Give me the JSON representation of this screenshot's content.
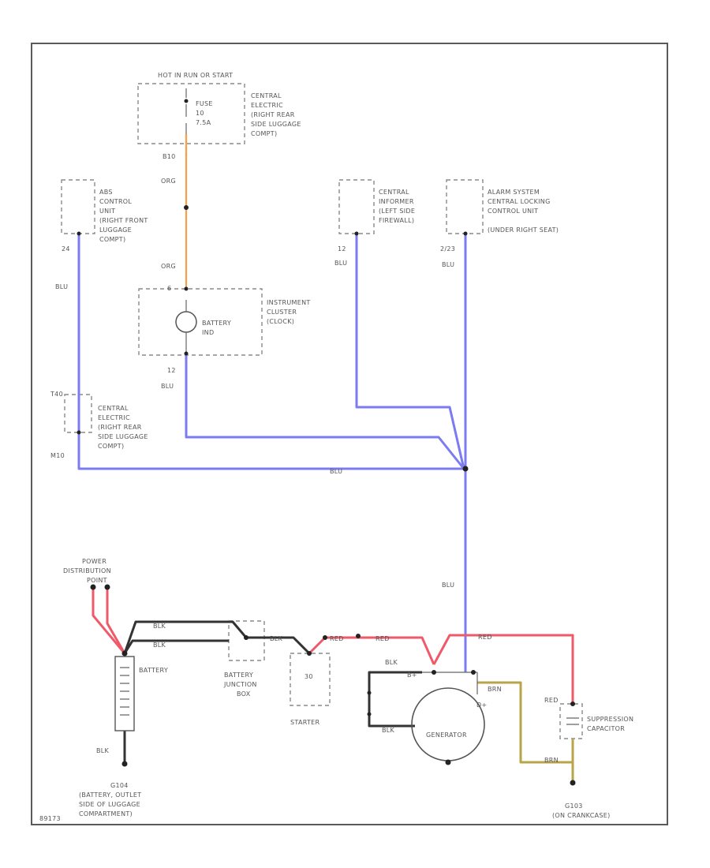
{
  "labels": {
    "hot_run_start": "HOT IN RUN OR START",
    "fuse_line1": "FUSE",
    "fuse_line2": "10",
    "fuse_line3": "7.5A",
    "central_electric_top": [
      "CENTRAL",
      "ELECTRIC",
      "(RIGHT REAR",
      "SIDE LUGGAGE",
      "COMPT)"
    ],
    "conn_b10": "B10",
    "wire_org_1": "ORG",
    "wire_org_2": "ORG",
    "abs_unit": [
      "ABS",
      "CONTROL",
      "UNIT",
      "(RIGHT FRONT",
      "LUGGAGE",
      "COMPT)"
    ],
    "abs_pin": "24",
    "wire_blu_abs": "BLU",
    "central_informer": [
      "CENTRAL",
      "INFORMER",
      "(LEFT SIDE",
      "FIREWALL)"
    ],
    "informer_pin": "12",
    "informer_wire": "BLU",
    "alarm_unit": [
      "ALARM SYSTEM",
      "CENTRAL LOCKING",
      "CONTROL UNIT",
      "(UNDER RIGHT SEAT)"
    ],
    "alarm_pin": "2/23",
    "alarm_wire": "BLU",
    "cluster_pin_top": "6",
    "battery_ind": [
      "BATTERY",
      "IND"
    ],
    "instrument_cluster": [
      "INSTRUMENT",
      "CLUSTER",
      "(CLOCK)"
    ],
    "cluster_pin_bottom": "12",
    "cluster_wire": "BLU",
    "central_electric_left_pin": "T40",
    "central_electric_left": [
      "CENTRAL",
      "ELECTRIC",
      "(RIGHT REAR",
      "SIDE LUGGAGE",
      "COMPT)"
    ],
    "conn_m10": "M10",
    "splice_wire": "BLU",
    "gen_wire": "BLU",
    "power_distribution": [
      "POWER",
      "DISTRIBUTION",
      "POINT"
    ],
    "battery": "BATTERY",
    "battery_gnd_wire": "BLK",
    "wire_blk_1": "BLK",
    "wire_blk_2": "BLK",
    "battery_junction": [
      "BATTERY",
      "JUNCTION",
      "BOX"
    ],
    "wire_blk_3": "BLK",
    "wire_red_1": "RED",
    "wire_red_2": "RED",
    "wire_red_3": "RED",
    "starter_pin": "30",
    "starter": "STARTER",
    "gen_blk_top": "BLK",
    "gen_blk_bot": "BLK",
    "gen_pin_bplus": "B+",
    "gen_pin_dplus": "D+",
    "generator": "GENERATOR",
    "wire_brn_1": "BRN",
    "wire_brn_2": "BRN",
    "cap_red": "RED",
    "suppression_capacitor": [
      "SUPPRESSION",
      "CAPACITOR"
    ],
    "ground_g104": [
      "G104",
      "(BATTERY, OUTLET",
      "SIDE OF LUGGAGE",
      "COMPARTMENT)"
    ],
    "ground_g103": [
      "G103",
      "(ON CRANKCASE)"
    ],
    "footer_code": "89173"
  }
}
